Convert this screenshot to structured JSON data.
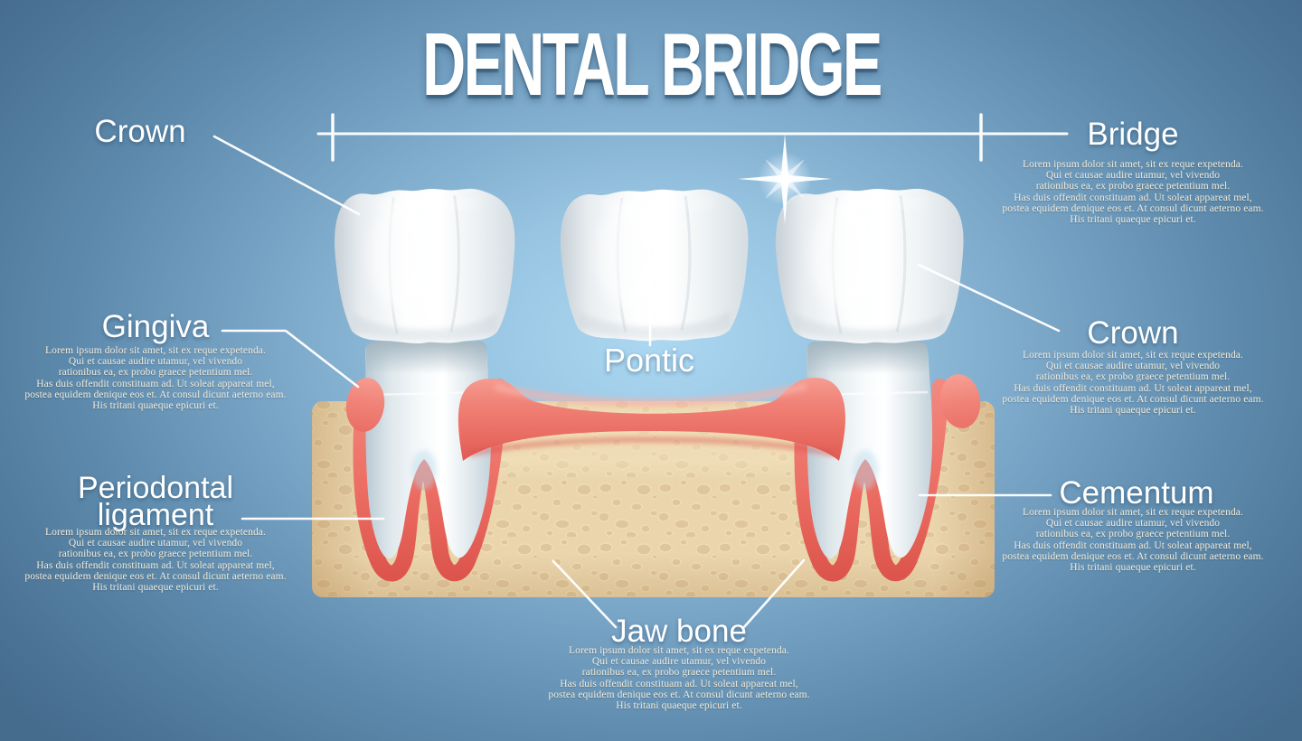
{
  "title": "DENTAL BRIDGE",
  "annotations": {
    "crown_left": "Crown",
    "bridge": "Bridge",
    "gingiva": "Gingiva",
    "pontic": "Pontic",
    "crown_right": "Crown",
    "periodontal_line1": "Periodontal",
    "periodontal_line2": "ligament",
    "cementum": "Cementum",
    "jaw_bone": "Jaw bone"
  },
  "description_lines": [
    "Lorem ipsum dolor sit amet, sit ex reque expetenda.",
    "Qui et causae audire utamur, vel vivendo",
    "rationibus ea, ex probo graece petentium mel.",
    "Has duis offendit constituam ad. Ut soleat appareat mel,",
    "postea equidem denique eos et. At consul dicunt aeterno eam.",
    "His tritani quaeque epicuri et."
  ],
  "icons": {
    "sparkle": "✦"
  },
  "colors": {
    "background_edge": "#456C8D",
    "background_center": "#ABD7F1",
    "gum": "#EE7A70",
    "gum_dark": "#D84E46",
    "bone": "#EAD5AD",
    "bone_spot": "#D9BD90",
    "tooth_white": "#FFFFFF",
    "tooth_shade": "#C6D0D7",
    "abutment_shade": "#B9C9D3",
    "leader_line": "#FFFFFF",
    "text": "#F4ECD9",
    "title_shadow": "#264762"
  }
}
